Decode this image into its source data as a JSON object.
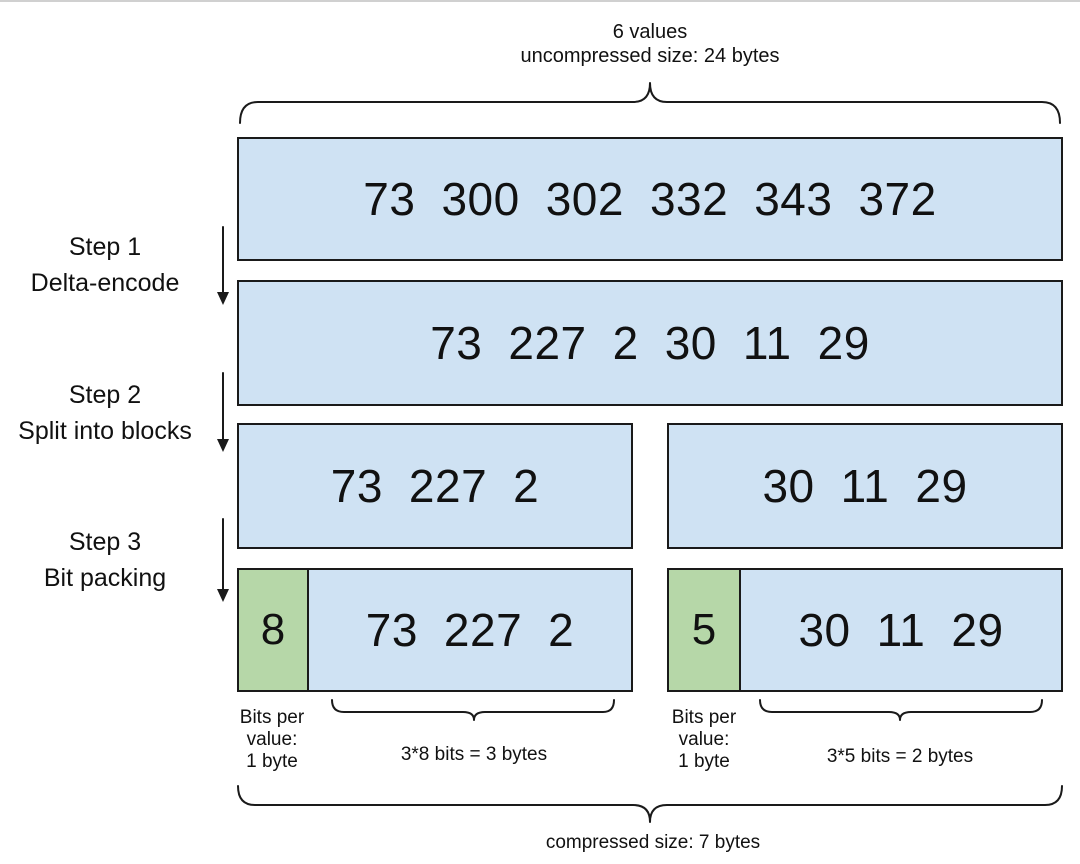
{
  "top_label": {
    "line1": "6 values",
    "line2": "uncompressed size: 24 bytes"
  },
  "rows": {
    "original": [
      "73",
      "300",
      "302",
      "332",
      "343",
      "372"
    ],
    "delta": [
      "73",
      "227",
      "2",
      "30",
      "11",
      "29"
    ],
    "block_a": [
      "73",
      "227",
      "2"
    ],
    "block_b": [
      "30",
      "11",
      "29"
    ]
  },
  "packed": {
    "block_a": {
      "bits": "8",
      "values": [
        "73",
        "227",
        "2"
      ]
    },
    "block_b": {
      "bits": "5",
      "values": [
        "30",
        "11",
        "29"
      ]
    }
  },
  "steps": [
    {
      "title": "Step 1",
      "name": "Delta-encode"
    },
    {
      "title": "Step 2",
      "name": "Split into blocks"
    },
    {
      "title": "Step 3",
      "name": "Bit packing"
    }
  ],
  "annotations": {
    "bits_per_value_a": [
      "Bits per",
      "value:",
      "1 byte"
    ],
    "bits_per_value_b": [
      "Bits per",
      "value:",
      "1 byte"
    ],
    "packed_size_a": "3*8 bits = 3 bytes",
    "packed_size_b": "3*5 bits = 2 bytes",
    "compressed_size": "compressed size: 7 bytes"
  },
  "colors": {
    "value_box": "#cfe2f3",
    "bits_box": "#b6d7a8",
    "outline": "#1a1a1a"
  }
}
